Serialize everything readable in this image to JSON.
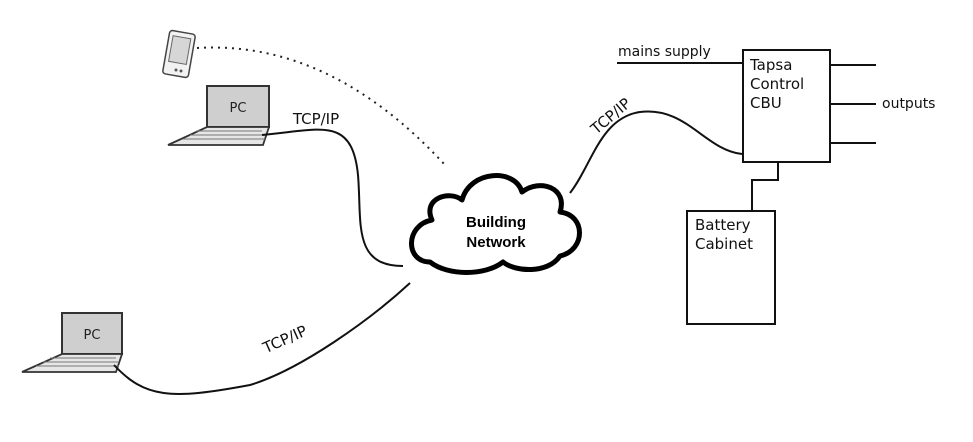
{
  "cloud": {
    "line1": "Building",
    "line2": "Network"
  },
  "pcs": [
    {
      "label": "PC",
      "link_label": "TCP/IP"
    },
    {
      "label": "PC",
      "link_label": "TCP/IP"
    }
  ],
  "cbu_link_label": "TCP/IP",
  "cbu": {
    "line1": "Tapsa",
    "line2": "Control",
    "line3": "CBU"
  },
  "mains_label": "mains supply",
  "outputs_label": "outputs",
  "battery": {
    "line1": "Battery",
    "line2": "Cabinet"
  },
  "colors": {
    "line": "#111111",
    "screen": "#cfcfcf",
    "keyboard": "#e6e6e6"
  }
}
